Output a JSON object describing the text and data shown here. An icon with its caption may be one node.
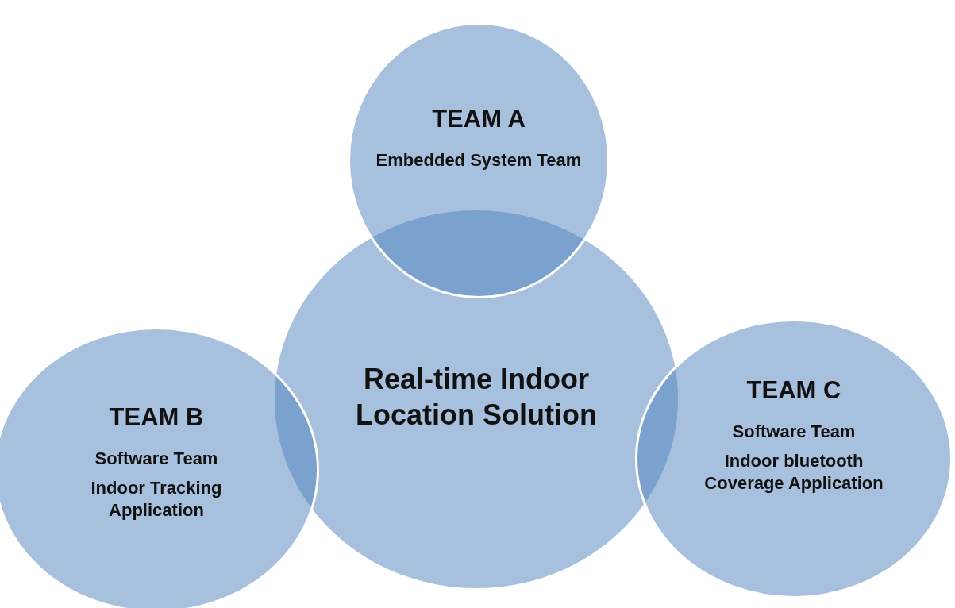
{
  "diagram": {
    "nodes": [
      {
        "text": [
          "TEAM A",
          "Embedded System Team"
        ]
      },
      {
        "text": [
          "Real-time Indoor Location Solution"
        ]
      },
      {
        "text": [
          "TEAM B",
          "Software Team",
          "Indoor Tracking Application"
        ]
      },
      {
        "text": [
          "TEAM C",
          "Software Team",
          "Indoor bluetooth Coverage Application"
        ]
      }
    ],
    "edges": []
  }
}
